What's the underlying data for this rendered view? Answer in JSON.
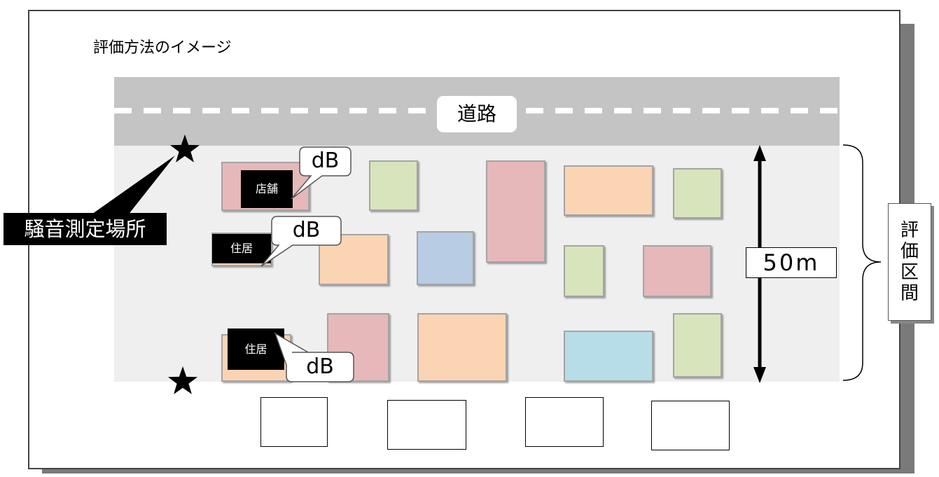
{
  "title": "評価方法のイメージ",
  "road_label": "道路",
  "noise_point_label": "騒音測定場所",
  "distance_label": "50m",
  "section_label": [
    "評",
    "価",
    "区",
    "間"
  ],
  "building_labels": {
    "shop": "店舗",
    "residence_1": "住居",
    "residence_2": "住居"
  },
  "db_labels": [
    "dB",
    "dB",
    "dB"
  ],
  "colors": {
    "pink": "#e6b8b9",
    "green": "#d8e4bc",
    "orange": "#fbd4b4",
    "blue": "#b8cce4",
    "cyan": "#b6dde8",
    "road": "#c4c4c4"
  },
  "icons": [
    "star-icon",
    "double-arrow-icon",
    "curly-brace-icon"
  ]
}
